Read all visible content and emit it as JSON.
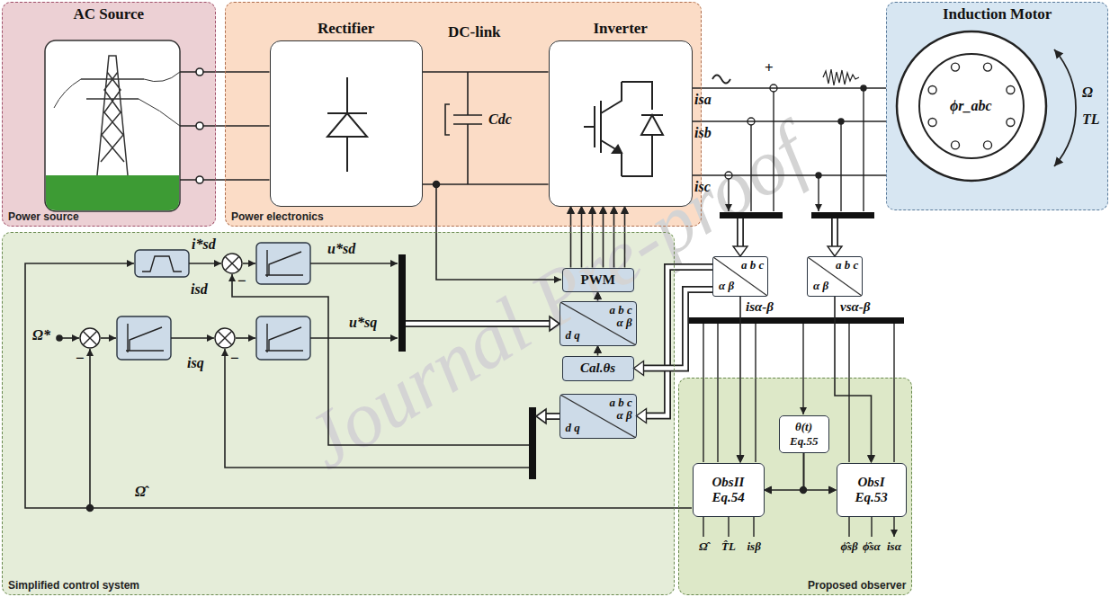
{
  "diagram": {
    "nodes": [
      {
        "text": [
          "AC Source",
          "Power source"
        ]
      },
      {
        "text": [
          "Power electronics"
        ]
      },
      {
        "text": [
          "Rectifier"
        ],
        "in": 1
      },
      {
        "text": [
          "Inverter"
        ],
        "in": 1
      },
      {
        "text": [
          "Induction Motor"
        ]
      },
      {
        "text": [
          "ϕr_abc"
        ],
        "in": 4
      },
      {
        "text": [
          "Simplified control system"
        ]
      },
      {
        "text": [
          "PWM"
        ],
        "in": 6
      },
      {
        "text": [
          "a b c",
          "α β",
          "d q"
        ],
        "in": 6
      },
      {
        "text": [
          "Cal.θs"
        ],
        "in": 6
      },
      {
        "text": [
          "a b c",
          "α β",
          "d q"
        ],
        "in": 6
      },
      {
        "text": [
          "a b c",
          "α β"
        ]
      },
      {
        "text": [
          "a b c",
          "α β"
        ]
      },
      {
        "text": [
          "Proposed observer"
        ]
      },
      {
        "text": [
          "θ(t)",
          "Eq.55"
        ],
        "in": 13
      },
      {
        "text": [
          "ObsII",
          "Eq.54"
        ],
        "in": 13
      },
      {
        "text": [
          "ObsI",
          "Eq.53"
        ],
        "in": 13
      }
    ],
    "edges": [
      {
        "from": 0,
        "to": 2,
        "arrow": "none"
      },
      {
        "from": 2,
        "to": 3,
        "arrow": "none"
      },
      {
        "from": 3,
        "to": 4,
        "arrow": "none"
      },
      {
        "from": 7,
        "to": 3,
        "arrow": "to"
      },
      {
        "from": 8,
        "to": 7,
        "arrow": "to"
      },
      {
        "from": 9,
        "to": 8,
        "arrow": "to"
      },
      {
        "from": 11,
        "to": 10,
        "arrow": "to"
      },
      {
        "from": 11,
        "to": 9,
        "arrow": "to"
      },
      {
        "from": 11,
        "to": 15,
        "arrow": "to"
      },
      {
        "from": 12,
        "to": 16,
        "arrow": "to"
      },
      {
        "from": 14,
        "to": 15,
        "arrow": "to"
      },
      {
        "from": 14,
        "to": 16,
        "arrow": "to"
      }
    ],
    "labels": [
      "DC-link",
      "Cdc",
      "isa",
      "isb",
      "isc",
      "+",
      "Ω",
      "TL",
      "i*sd",
      "u*sd",
      "u*sq",
      "isd",
      "−",
      "isq",
      "−",
      "Ω*",
      "−",
      "Ω̂",
      "isα-β",
      "vsα-β",
      "Ω̂",
      "T̂L",
      "isβ",
      "ϕ̂sβ",
      "ϕ̂sα",
      "isα",
      "Journal Pre-proof"
    ]
  }
}
